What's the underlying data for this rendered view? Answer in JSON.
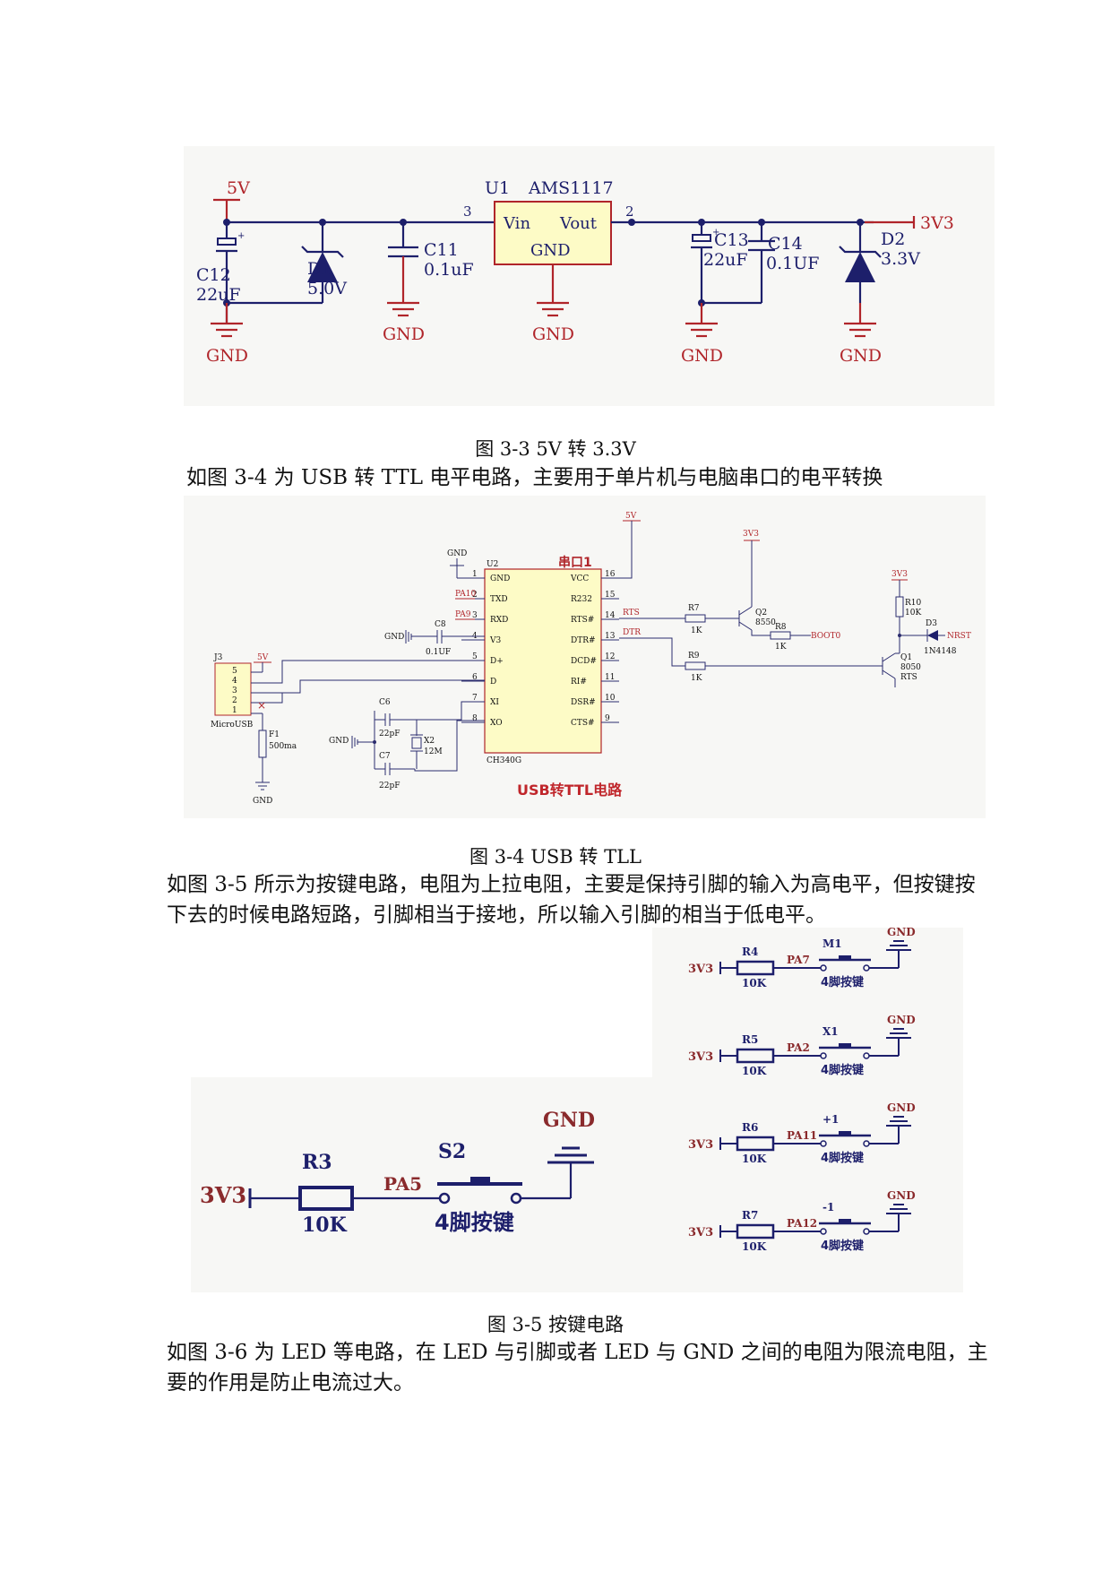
{
  "figure1": {
    "nets": {
      "v5": "5V",
      "v3": "3V3",
      "gnd": "GND"
    },
    "u1": {
      "ref": "U1",
      "part": "AMS1117",
      "vin": "Vin",
      "vout": "Vout",
      "gnd": "GND",
      "pin_in": "3",
      "pin_out": "2"
    },
    "c12": {
      "ref": "C12",
      "val": "22uF"
    },
    "d1": {
      "ref": "D1",
      "val": "5.0V"
    },
    "c11": {
      "ref": "C11",
      "val": "0.1uF"
    },
    "c13": {
      "ref": "C13",
      "val": "22uF"
    },
    "c14": {
      "ref": "C14",
      "val": "0.1UF"
    },
    "d2": {
      "ref": "D2",
      "val": "3.3V"
    }
  },
  "caption1": "图 3-3  5V 转 3.3V",
  "para1": "如图 3-4 为 USB 转 TTL 电平电路，主要用于单片机与电脑串口的电平转换",
  "figure2": {
    "title": "USB转TTL电路",
    "chip_name": "串口1",
    "chip_ref": "U2",
    "chip_part": "CH340G",
    "left_pins": [
      {
        "num": "1",
        "name": "GND"
      },
      {
        "num": "2",
        "name": "TXD"
      },
      {
        "num": "3",
        "name": "RXD"
      },
      {
        "num": "4",
        "name": "V3"
      },
      {
        "num": "5",
        "name": "D+"
      },
      {
        "num": "6",
        "name": "D"
      },
      {
        "num": "7",
        "name": "XI"
      },
      {
        "num": "8",
        "name": "XO"
      }
    ],
    "right_pins": [
      {
        "num": "16",
        "name": "VCC"
      },
      {
        "num": "15",
        "name": "R232"
      },
      {
        "num": "14",
        "name": "RTS#"
      },
      {
        "num": "13",
        "name": "DTR#"
      },
      {
        "num": "12",
        "name": "DCD#"
      },
      {
        "num": "11",
        "name": "RI#"
      },
      {
        "num": "10",
        "name": "DSR#"
      },
      {
        "num": "9",
        "name": "CTS#"
      }
    ],
    "labels": {
      "gnd": "GND",
      "gnd_top": "GND",
      "gnd_bottom": "GND",
      "v5": "5V",
      "v5_top": "5V",
      "v3": "3V3",
      "v3b": "3V3",
      "pa10": "PA10",
      "pa9": "PA9",
      "c8": "C8",
      "c8v": "0.1UF",
      "j3": "J3",
      "usb": "MicroUSB",
      "f1": "F1",
      "f1v": "500ma",
      "c6": "C6",
      "c6v": "22pF",
      "c7": "C7",
      "c7v": "22pF",
      "x2": "X2",
      "x2v": "12M",
      "rts": "RTS",
      "dtr": "DTR",
      "r7": "R7",
      "r7v": "1K",
      "r8": "R8",
      "r8v": "1K",
      "r9": "R9",
      "r9v": "1K",
      "q2": "Q2",
      "q2v": "8550",
      "boot0": "BOOT0",
      "r10": "R10",
      "r10v": "10K",
      "d3": "D3",
      "d3v": "1N4148",
      "nrst": "NRST",
      "q1": "Q1",
      "q1v": "8050",
      "q1n": "RTS"
    },
    "j3_pins": [
      "5",
      "4",
      "3",
      "2",
      "1"
    ]
  },
  "caption2": "图 3-4  USB 转 TLL",
  "para2": "如图 3-5 所示为按键电路，电阻为上拉电阻，主要是保持引脚的输入为高电平，但按键按下去的时候电路短路，引脚相当于接地，所以输入引脚的相当于低电平。",
  "figure3": {
    "main": {
      "v3": "3V3",
      "r": "R3",
      "rv": "10K",
      "pa": "PA5",
      "s": "S2",
      "sv": "4脚按键",
      "gnd": "GND"
    },
    "rows": [
      {
        "v3": "3V3",
        "r": "R4",
        "rv": "10K",
        "pa": "PA7",
        "s": "M1",
        "sv": "4脚按键",
        "gnd": "GND"
      },
      {
        "v3": "3V3",
        "r": "R5",
        "rv": "10K",
        "pa": "PA2",
        "s": "X1",
        "sv": "4脚按键",
        "gnd": "GND"
      },
      {
        "v3": "3V3",
        "r": "R6",
        "rv": "10K",
        "pa": "PA11",
        "s": "+1",
        "sv": "4脚按键",
        "gnd": "GND"
      },
      {
        "v3": "3V3",
        "r": "R7",
        "rv": "10K",
        "pa": "PA12",
        "s": "-1",
        "sv": "4脚按键",
        "gnd": "GND"
      }
    ]
  },
  "caption3": "图 3-5  按键电路",
  "para3": "如图 3-6 为 LED 等电路，在 LED 与引脚或者 LED 与 GND 之间的电阻为限流电阻，主要的作用是防止电流过大。"
}
